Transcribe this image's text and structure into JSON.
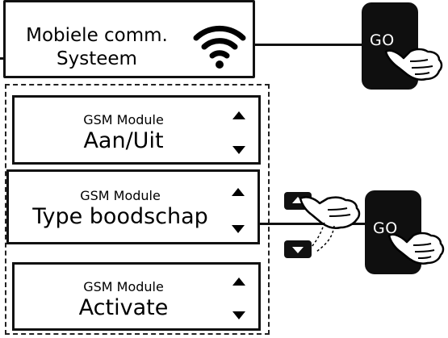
{
  "top_display": {
    "line1": "Mobiele comm.",
    "line2": "Systeem",
    "icon": "wifi-icon"
  },
  "go_buttons": [
    {
      "label": "GO"
    },
    {
      "label": "GO"
    }
  ],
  "menu_items": [
    {
      "title": "GSM Module",
      "value": "Aan/Uit"
    },
    {
      "title": "GSM Module",
      "value": "Type boodschap"
    },
    {
      "title": "GSM Module",
      "value": "Activate"
    }
  ],
  "icons": {
    "scroll_up": "triangle-up-icon",
    "scroll_down": "triangle-down-icon",
    "pointing_hand": "pointing-hand-icon",
    "key_up": "up-key-icon",
    "key_down": "down-key-icon"
  },
  "colors": {
    "frame": "#111111",
    "button": "#0f0f0f",
    "button_text": "#ffffff"
  }
}
